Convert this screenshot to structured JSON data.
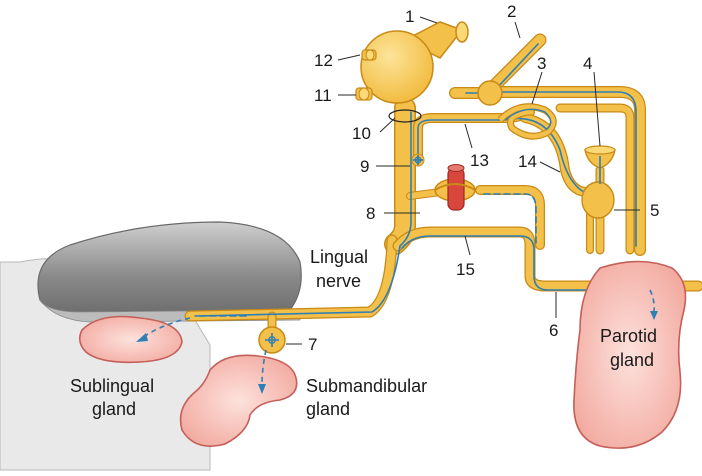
{
  "labels": {
    "n1": "1",
    "n2": "2",
    "n3": "3",
    "n4": "4",
    "n5": "5",
    "n6": "6",
    "n7": "7",
    "n8": "8",
    "n9": "9",
    "n10": "10",
    "n11": "11",
    "n12": "12",
    "n13": "13",
    "n14": "14",
    "n15": "15",
    "lingual_nerve_line1": "Lingual",
    "lingual_nerve_line2": "nerve",
    "sublingual_line1": "Sublingual",
    "sublingual_line2": "gland",
    "submandibular_line1": "Submandibular",
    "submandibular_line2": "gland",
    "parotid_line1": "Parotid",
    "parotid_line2": "gland"
  },
  "colors": {
    "nerve": "#f3c04a",
    "nerve_light": "#fbd977",
    "nerve_outline": "#c98a16",
    "fiber": "#2e7fb5",
    "gland_fill": "#f4b7ae",
    "gland_outline": "#c55f59",
    "tongue_top": "#9e9e9e",
    "tongue_side": "#e6e6e6",
    "artery": "#d9463c"
  }
}
